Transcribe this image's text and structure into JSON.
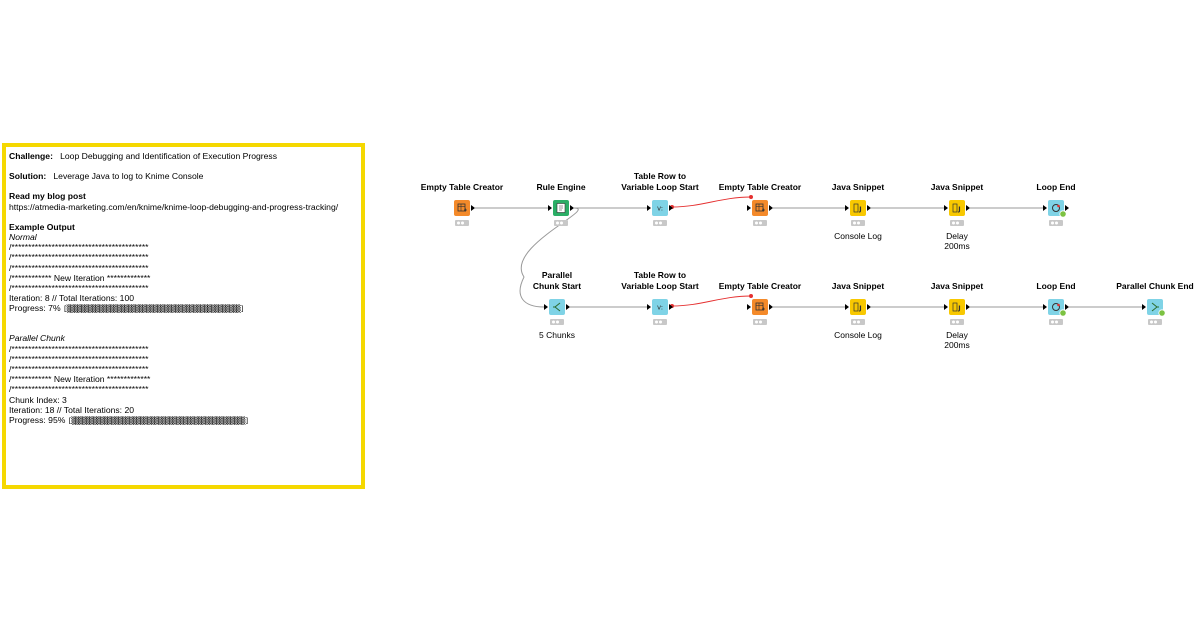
{
  "annotation": {
    "challenge_label": "Challenge:",
    "challenge_text": "Loop Debugging and Identification of Execution Progress",
    "solution_label": "Solution:",
    "solution_text": "Leverage Java to log to Knime Console",
    "blog_label": "Read my blog post",
    "blog_url": "https://atmedia-marketing.com/en/knime/knime-loop-debugging-and-progress-tracking/",
    "example_label": "Example Output",
    "normal_label": "Normal",
    "normal_lines": [
      "/*****************************************",
      "/*****************************************",
      "/*****************************************",
      "/************ New Iteration *************",
      "/*****************************************",
      "Iteration: 8 // Total Iterations: 100"
    ],
    "normal_progress_label": "Progress: 7%",
    "normal_progress_bar": "[▒▒▒▒▒▒▒▒▒▒▒▒▒▒▒▒▒▒▒▒▒▒▒▒▒▒▒▒▒▒▒▒▒▒▒▒▒▒▒▒▒▒▒▒▒▒▒▒]",
    "parallel_label": "Parallel Chunk",
    "parallel_lines": [
      "/*****************************************",
      "/*****************************************",
      "/*****************************************",
      "/************ New Iteration *************",
      "/*****************************************",
      "Chunk Index: 3",
      "Iteration: 18 // Total Iterations: 20"
    ],
    "parallel_progress_label": "Progress: 95%",
    "parallel_progress_bar": "[▒▒▒▒▒▒▒▒▒▒▒▒▒▒▒▒▒▒▒▒▒▒▒▒▒▒▒▒▒▒▒▒▒▒▒▒▒▒▒▒▒▒▒▒▒▒▒▒]"
  },
  "colors": {
    "source": "#f48a2a",
    "manipulator": "#2bae66",
    "loop": "#7fd3e6",
    "java": "#f8c800",
    "status_gray": "#c8c8c8",
    "variable_link": "#e53030",
    "highlight": "#f5d800"
  },
  "nodes": [
    {
      "id": "n1",
      "title": [
        "Empty Table Creator"
      ],
      "subtitle": [],
      "kind": "source",
      "icon": "table-plus-icon"
    },
    {
      "id": "n2",
      "title": [
        "Rule Engine"
      ],
      "subtitle": [],
      "kind": "manipulator",
      "icon": "rules-icon"
    },
    {
      "id": "n3",
      "title": [
        "Table Row to",
        "Variable Loop Start"
      ],
      "subtitle": [],
      "kind": "loop",
      "icon": "variable-loop-icon"
    },
    {
      "id": "n4",
      "title": [
        "Empty Table Creator"
      ],
      "subtitle": [],
      "kind": "source",
      "icon": "table-plus-icon"
    },
    {
      "id": "n5",
      "title": [
        "Java Snippet"
      ],
      "subtitle": [
        "Console Log"
      ],
      "kind": "java",
      "icon": "java-icon"
    },
    {
      "id": "n6",
      "title": [
        "Java Snippet"
      ],
      "subtitle": [
        "Delay",
        "200ms"
      ],
      "kind": "java",
      "icon": "java-icon"
    },
    {
      "id": "n7",
      "title": [
        "Loop End"
      ],
      "subtitle": [],
      "kind": "loop",
      "icon": "loop-end-icon"
    },
    {
      "id": "n8",
      "title": [
        "Parallel",
        "Chunk Start"
      ],
      "subtitle": [
        "5 Chunks"
      ],
      "kind": "loop",
      "icon": "parallel-start-icon"
    },
    {
      "id": "n9",
      "title": [
        "Table Row to",
        "Variable Loop Start"
      ],
      "subtitle": [],
      "kind": "loop",
      "icon": "variable-loop-icon"
    },
    {
      "id": "n10",
      "title": [
        "Empty Table Creator"
      ],
      "subtitle": [],
      "kind": "source",
      "icon": "table-plus-icon"
    },
    {
      "id": "n11",
      "title": [
        "Java Snippet"
      ],
      "subtitle": [
        "Console Log"
      ],
      "kind": "java",
      "icon": "java-icon"
    },
    {
      "id": "n12",
      "title": [
        "Java Snippet"
      ],
      "subtitle": [
        "Delay",
        "200ms"
      ],
      "kind": "java",
      "icon": "java-icon"
    },
    {
      "id": "n13",
      "title": [
        "Loop End"
      ],
      "subtitle": [],
      "kind": "loop",
      "icon": "loop-end-icon"
    },
    {
      "id": "n14",
      "title": [
        "Parallel Chunk End"
      ],
      "subtitle": [],
      "kind": "loop",
      "icon": "parallel-end-icon"
    }
  ],
  "connections": [
    {
      "from": "n1",
      "to": "n2",
      "type": "data"
    },
    {
      "from": "n2",
      "to": "n3",
      "type": "data"
    },
    {
      "from": "n3",
      "to": "n4",
      "type": "variable"
    },
    {
      "from": "n4",
      "to": "n5",
      "type": "data"
    },
    {
      "from": "n5",
      "to": "n6",
      "type": "data"
    },
    {
      "from": "n6",
      "to": "n7",
      "type": "data"
    },
    {
      "from": "n2",
      "to": "n8",
      "type": "data"
    },
    {
      "from": "n8",
      "to": "n9",
      "type": "data"
    },
    {
      "from": "n9",
      "to": "n10",
      "type": "variable"
    },
    {
      "from": "n10",
      "to": "n11",
      "type": "data"
    },
    {
      "from": "n11",
      "to": "n12",
      "type": "data"
    },
    {
      "from": "n12",
      "to": "n13",
      "type": "data"
    },
    {
      "from": "n13",
      "to": "n14",
      "type": "data"
    }
  ]
}
